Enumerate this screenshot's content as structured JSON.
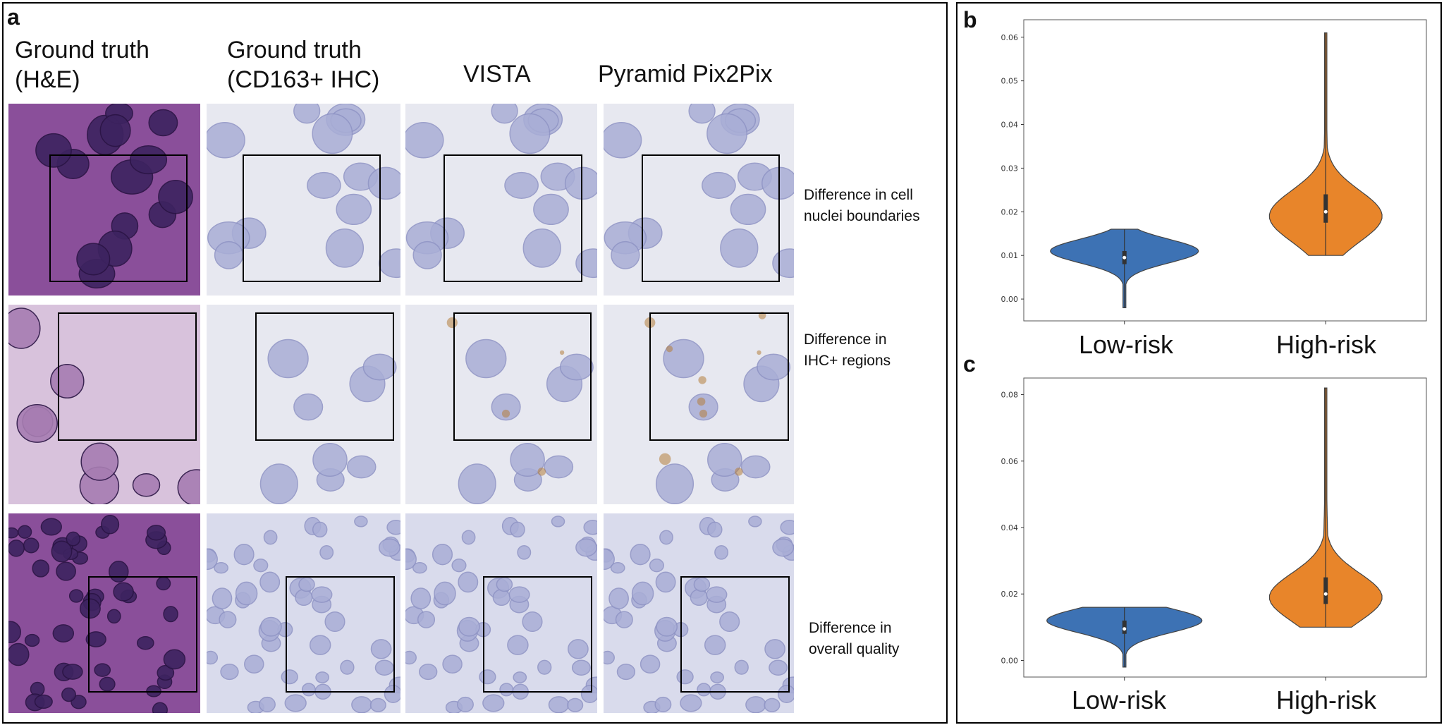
{
  "panel_a": {
    "letter": "a",
    "columns": [
      {
        "line1": "Ground truth",
        "line2": "(H&E)"
      },
      {
        "line1": "Ground truth",
        "line2": "(CD163+ IHC)"
      },
      {
        "line1": "VISTA",
        "line2": ""
      },
      {
        "line1": "Pyramid Pix2Pix",
        "line2": ""
      }
    ],
    "rows": [
      {
        "note1": "Difference in cell",
        "note2": "nuclei boundaries"
      },
      {
        "note1": "Difference in",
        "note2": "IHC+ regions"
      },
      {
        "note1": "Difference in",
        "note2": "overall quality"
      }
    ]
  },
  "chart_data": [
    {
      "panel": "b",
      "type": "violin",
      "categories": [
        "Low-risk",
        "High-risk"
      ],
      "colors": [
        "#3d72b4",
        "#e8852a"
      ],
      "ylim": [
        -0.005,
        0.064
      ],
      "yticks": [
        "0.00",
        "0.01",
        "0.02",
        "0.03",
        "0.04",
        "0.05",
        "0.06"
      ],
      "series": [
        {
          "min": -0.002,
          "q1": 0.008,
          "median": 0.0095,
          "q3": 0.011,
          "max": 0.016,
          "mode": 0.011
        },
        {
          "min": 0.01,
          "q1": 0.0175,
          "median": 0.02,
          "q3": 0.024,
          "max": 0.061,
          "mode": 0.019
        }
      ]
    },
    {
      "panel": "c",
      "type": "violin",
      "categories": [
        "Low-risk",
        "High-risk"
      ],
      "colors": [
        "#3d72b4",
        "#e8852a"
      ],
      "ylim": [
        -0.005,
        0.085
      ],
      "yticks": [
        "0.00",
        "0.02",
        "0.04",
        "0.06",
        "0.08"
      ],
      "series": [
        {
          "min": -0.002,
          "q1": 0.008,
          "median": 0.0095,
          "q3": 0.012,
          "max": 0.016,
          "mode": 0.012
        },
        {
          "min": 0.01,
          "q1": 0.017,
          "median": 0.02,
          "q3": 0.025,
          "max": 0.082,
          "mode": 0.019
        }
      ]
    }
  ]
}
